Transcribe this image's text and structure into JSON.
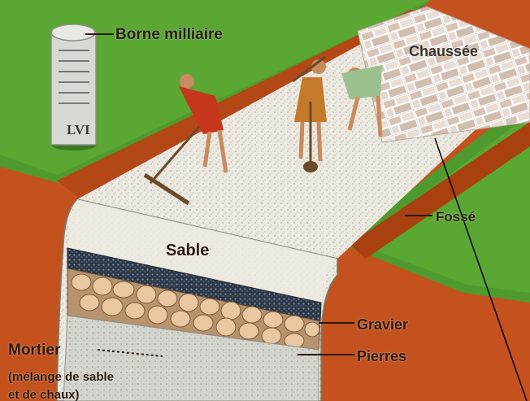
{
  "labels": {
    "borne": "Borne milliaire",
    "chaussee": "Chaussée",
    "fosse": "Fossé",
    "sable": "Sable",
    "gravier": "Gravier",
    "pierres": "Pierres",
    "mortier": "Mortier",
    "mortier_detail": "(mélange de sable\net de chaux)"
  },
  "milestone_inscription": {
    "numeral": "LVI"
  },
  "colors": {
    "grass": "#4f9a2e",
    "earth": "#c4521e",
    "sand_surface": "#e9e6dc",
    "gravel": "#2f3a4a",
    "stones": "#d9b48c",
    "mortar": "#d2d2cc",
    "paving": "#d8c8bc"
  }
}
